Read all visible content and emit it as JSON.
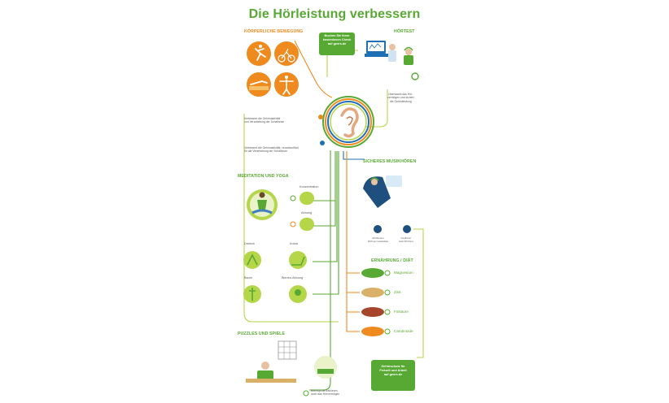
{
  "title": "Die Hörleistung verbessern",
  "sections": {
    "koerperliche_bewegung": "KÖRPERLICHE BEWEGUNG",
    "hoertest": "HÖRTEST",
    "meditation_yoga": "MEDITATION UND YOGA",
    "sicheres_musikhoeren": "SICHERES MUSIKHÖREN",
    "ernaehrung": "ERNÄHRUNG / DIÄT",
    "puzzles": "PUZZLES UND SPIELE"
  },
  "booking_box": [
    "Buchen Sie Ihren",
    "kostenlosen Check",
    "auf geers.de"
  ],
  "hoertest_note": [
    "Überwacht das Hör-",
    "vermögen und sichert",
    "die Gehörleistung"
  ],
  "bewegung_note_1": [
    "Verbessert die Gehirnaktivität",
    "und Verarbeitung der Schallreize"
  ],
  "bewegung_note_2": [
    "Verbessert die Gehirnaktivität, verantwortlich",
    "für die Verarbeitung der Schallreize"
  ],
  "yoga": {
    "konzentration": "Konzentration",
    "atmung": "Atmung",
    "dreieck": "Dreieck",
    "kobra": "Kobra",
    "baum": "Baum",
    "bienen_atmung": "Bienen-Atmung"
  },
  "music": {
    "volume_note": [
      "60 Minuten",
      "60% der Lautstärke"
    ],
    "headphones_note": [
      "Kopfhörer",
      "statt Ohrhörer"
    ]
  },
  "nutrition": [
    "Magnesium",
    "Zink",
    "Folsäure",
    "Carotinoide"
  ],
  "protection_box": [
    "Gehörschutz für",
    "Freizeit und Arbeit",
    "auf geers.de"
  ],
  "puzzle_note": [
    "Bremsprüfe trainieren",
    "auch das Hörvermögen"
  ],
  "colors": {
    "green": "#58a933",
    "orange": "#ef8a1f",
    "blue": "#1f6fb5",
    "lightgreen": "#b6d64a"
  }
}
